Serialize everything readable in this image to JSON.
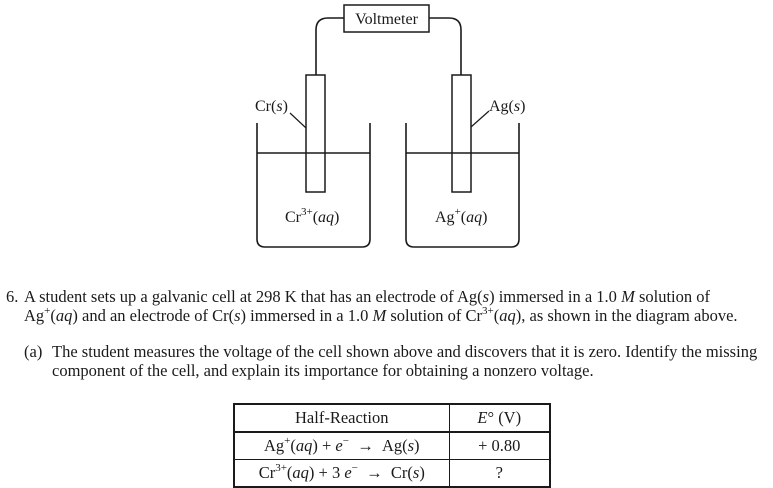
{
  "diagram": {
    "voltmeter_label": "Voltmeter",
    "left_electrode_label": "Cr(s)",
    "right_electrode_label": "Ag(s)",
    "left_solution_label": "Cr3+(aq)",
    "right_solution_label": "Ag+(aq)"
  },
  "question": {
    "number": "6.",
    "line1": "A student sets up a galvanic cell at 298 K that has an electrode of Ag(s) immersed in a 1.0 M solution of",
    "line2": "Ag+(aq) and an electrode of Cr(s) immersed in a 1.0 M solution of Cr3+(aq), as shown in the diagram above."
  },
  "part_a": {
    "label": "(a)",
    "line1": "The student measures the voltage of the cell shown above and discovers that it is zero. Identify the missing",
    "line2": "component of the cell, and explain its importance for obtaining a nonzero voltage."
  },
  "table": {
    "headers": [
      "Half-Reaction",
      "E° (V)"
    ],
    "rows": [
      [
        "Ag+(aq) + e− → Ag(s)",
        "+ 0.80"
      ],
      [
        "Cr3+(aq) + 3 e− → Cr(s)",
        "?"
      ]
    ]
  }
}
